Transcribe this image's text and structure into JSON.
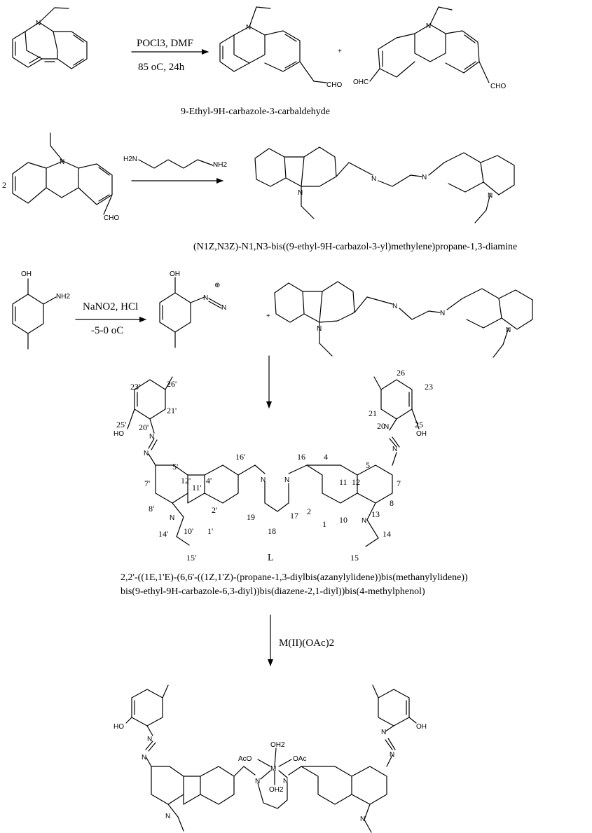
{
  "scheme": {
    "step1": {
      "reagent_label": "POCl3, DMF",
      "condition_label": "85 oC, 24h",
      "plus": "+",
      "product_name": "9-Ethyl-9H-carbazole-3-carbaldehyde"
    },
    "step2": {
      "coefficient": "2",
      "product_name": "(N1Z,N3Z)-N1,N3-bis((9-ethyl-9H-carbazol-3-yl)methylene)propane-1,3-diamine"
    },
    "step3": {
      "reagent_label": "NaNO2, HCl",
      "condition_label": "-5-0 oC",
      "plus": "+",
      "cation_charge": "⊕"
    },
    "ligand": {
      "label": "L",
      "name_line1": "2,2'-((1E,1'E)-(6,6'-((1Z,1'Z)-(propane-1,3-diylbis(azanylylidene))bis(methanylylidene))",
      "name_line2": "bis(9-ethyl-9H-carbazole-6,3-diyl))bis(diazene-2,1-diyl))bis(4-methylphenol)"
    },
    "step4": {
      "reagent_label": "M(II)(OAc)2"
    },
    "atoms": {
      "N": "N",
      "CHO": "CHO",
      "OHC": "OHC",
      "OH": "OH",
      "HO": "HO",
      "NH2": "NH2",
      "H2N": "H2N",
      "M": "M",
      "AcO": "AcO",
      "OAc": "OAc",
      "OH2": "OH2"
    },
    "numbering": {
      "left": [
        "26'",
        "23'",
        "21'",
        "25'",
        "20'",
        "5'",
        "7'",
        "12'",
        "11'",
        "4'",
        "16'",
        "8'",
        "10'",
        "2'",
        "1'",
        "14'",
        "15'"
      ],
      "right": [
        "26",
        "23",
        "21",
        "20",
        "25",
        "5",
        "7",
        "12",
        "11",
        "4",
        "16",
        "8",
        "13",
        "10",
        "2",
        "1",
        "14",
        "15"
      ],
      "chain": [
        "19",
        "18",
        "17"
      ]
    }
  }
}
